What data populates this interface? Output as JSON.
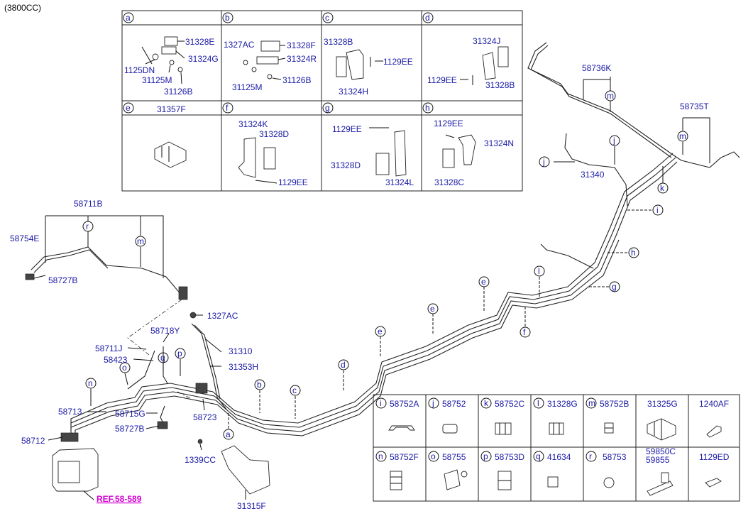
{
  "header": "(3800CC)",
  "ref_link": "REF.58-589",
  "table_top": {
    "cells": [
      {
        "key": "a",
        "labels": [
          "31328E",
          "31324G",
          "1125DN",
          "31125M",
          "31126B"
        ]
      },
      {
        "key": "b",
        "labels": [
          "1327AC",
          "31328F",
          "31324R",
          "31125M",
          "31126B"
        ]
      },
      {
        "key": "c",
        "labels": [
          "31328B",
          "1129EE",
          "31324H"
        ]
      },
      {
        "key": "d",
        "labels": [
          "31324J",
          "1129EE",
          "31328B"
        ]
      },
      {
        "key": "e",
        "labels": [
          "31357F"
        ]
      },
      {
        "key": "f",
        "labels": [
          "31324K",
          "31328D",
          "1129EE"
        ]
      },
      {
        "key": "g",
        "labels": [
          "1129EE",
          "31328D",
          "31324L"
        ]
      },
      {
        "key": "h",
        "labels": [
          "1129EE",
          "31324N",
          "31328C"
        ]
      }
    ]
  },
  "table_bottom": {
    "row1": [
      {
        "key": "i",
        "part": "58752A"
      },
      {
        "key": "j",
        "part": "58752"
      },
      {
        "key": "k",
        "part": "58752C"
      },
      {
        "key": "l",
        "part": "31328G"
      },
      {
        "key": "m",
        "part": "58752B"
      },
      {
        "key": "",
        "part": "31325G"
      },
      {
        "key": "",
        "part": "1240AF"
      }
    ],
    "row2": [
      {
        "key": "n",
        "part": "58752F"
      },
      {
        "key": "o",
        "part": "58755"
      },
      {
        "key": "p",
        "part": "58753D"
      },
      {
        "key": "q",
        "part": "41634"
      },
      {
        "key": "r",
        "part": "58753"
      },
      {
        "key": "",
        "part": "59850C",
        "part2": "59855"
      },
      {
        "key": "",
        "part": "1129ED"
      }
    ]
  },
  "main_labels": {
    "p58736K": "58736K",
    "p58735T": "58735T",
    "p31340": "31340",
    "p58711B": "58711B",
    "p58754E": "58754E",
    "p58727B_top": "58727B",
    "p1327AC": "1327AC",
    "p58718Y": "58718Y",
    "p58711J": "58711J",
    "p58423": "58423",
    "p31310": "31310",
    "p31353H": "31353H",
    "p58713": "58713",
    "p58715G": "58715G",
    "p58727B_low": "58727B",
    "p58723": "58723",
    "p58712": "58712",
    "p1339CC": "1339CC",
    "p31315F": "31315F"
  },
  "callouts": {
    "m1": "m",
    "m2": "m",
    "m3": "m",
    "j": "j",
    "j2": "j",
    "k": "k",
    "i": "i",
    "h": "h",
    "g": "g",
    "l": "l",
    "f": "f",
    "e1": "e",
    "e2": "e",
    "e3": "e",
    "d": "d",
    "c": "c",
    "b": "b",
    "a": "a",
    "r": "r",
    "q": "q",
    "p": "p",
    "o": "o",
    "n": "n"
  }
}
